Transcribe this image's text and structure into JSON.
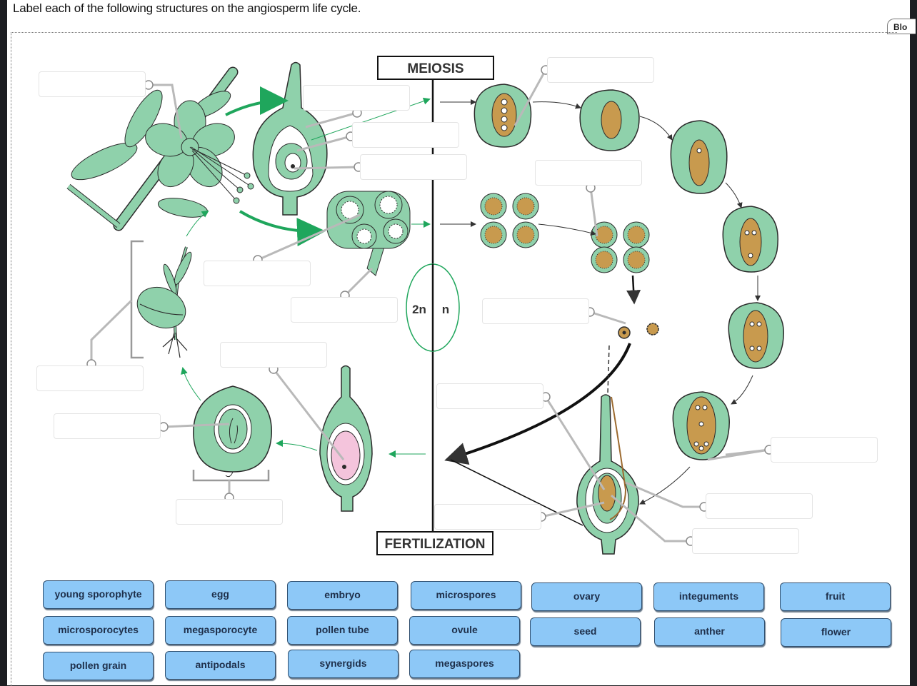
{
  "question": "Label each of the following structures on the angiosperm life cycle.",
  "toolbar_tab": "Blo",
  "diagram": {
    "meiosis_label": "MEIOSIS",
    "fertilization_label": "FERTILIZATION",
    "diploid_label": "2n",
    "haploid_label": "n"
  },
  "word_bank": [
    "young sporophyte",
    "egg",
    "embryo",
    "microspores",
    "ovary",
    "integuments",
    "fruit",
    "microsporocytes",
    "megasporocyte",
    "pollen tube",
    "ovule",
    "seed",
    "anther",
    "flower",
    "pollen grain",
    "antipodals",
    "synergids",
    "megaspores"
  ],
  "colors": {
    "plant_green": "#8fd1ab",
    "outline": "#2b2b2b",
    "arrow_green": "#1fa65c",
    "chip_blue": "#8dc8f7",
    "chip_text": "#1e2f4a",
    "gametophyte_brown": "#c89a4e",
    "embryo_sac_pink": "#f4c4dc"
  }
}
